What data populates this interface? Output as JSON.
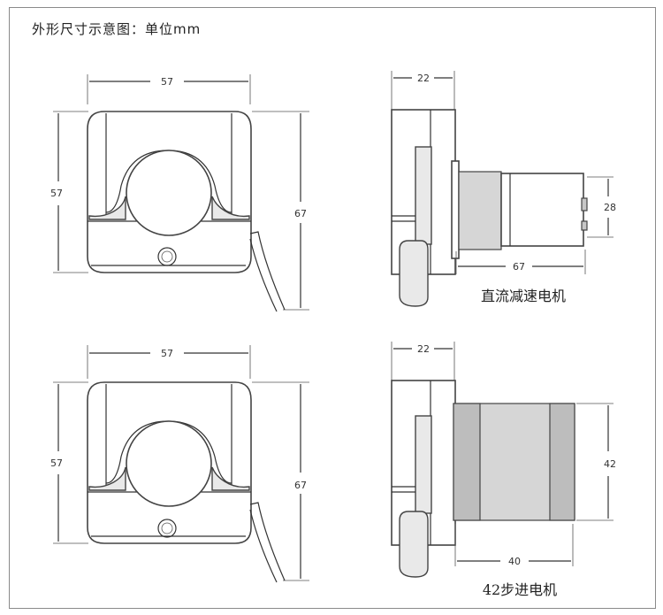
{
  "title": "外形尺寸示意图：单位mm",
  "views": {
    "front_top": {
      "width_label": "57",
      "left_height_label": "57",
      "right_height_label": "67"
    },
    "side_top": {
      "depth_label": "22",
      "motor_length_label": "67",
      "motor_diameter_label": "28",
      "caption": "直流减速电机"
    },
    "front_bottom": {
      "width_label": "57",
      "left_height_label": "57",
      "right_height_label": "67"
    },
    "side_bottom": {
      "depth_label": "22",
      "motor_length_label": "40",
      "motor_size_label": "42",
      "caption": "42步进电机"
    }
  }
}
